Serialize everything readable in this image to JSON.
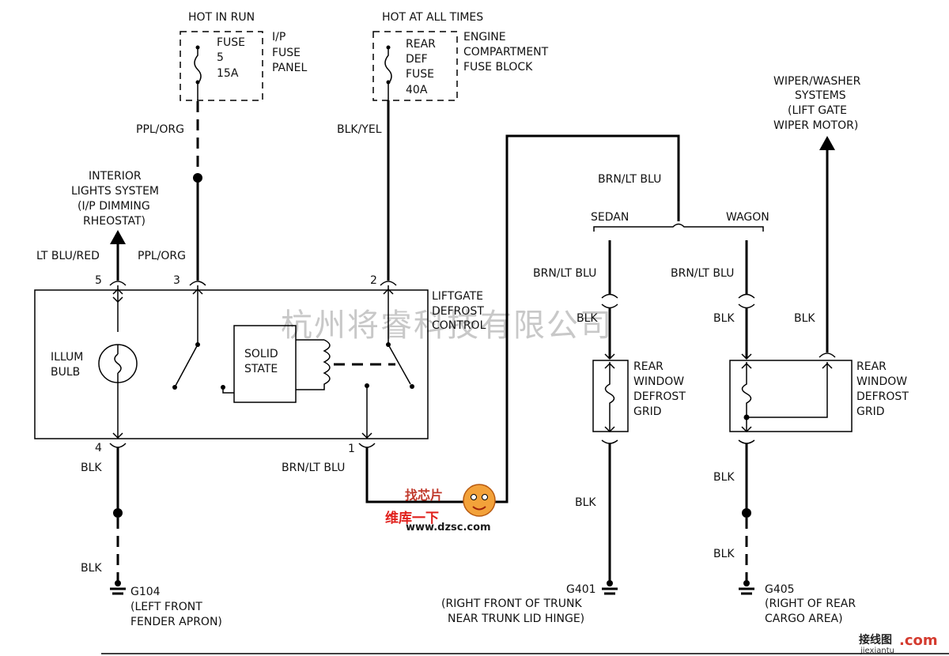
{
  "labels": {
    "hot_in_run": "HOT IN RUN",
    "hot_at_all_times": "HOT AT ALL TIMES",
    "fuse5": [
      "FUSE",
      "5",
      "15A"
    ],
    "ip_fuse_panel": [
      "I/P",
      "FUSE",
      "PANEL"
    ],
    "rear_def_fuse": [
      "REAR",
      "DEF",
      "FUSE",
      "40A"
    ],
    "engine_fuse_block": [
      "ENGINE",
      "COMPARTMENT",
      "FUSE BLOCK"
    ],
    "wiper_washer": [
      "WIPER/WASHER",
      "SYSTEMS",
      "(LIFT GATE",
      "WIPER MOTOR)"
    ],
    "interior_lights": [
      "INTERIOR",
      "LIGHTS SYSTEM",
      "(I/P DIMMING",
      "RHEOSTAT)"
    ],
    "ppl_org_1": "PPL/ORG",
    "ppl_org_2": "PPL/ORG",
    "blk_yel": "BLK/YEL",
    "lt_blu_red": "LT BLU/RED",
    "brn_lt_blu_top": "BRN/LT BLU",
    "sedan": "SEDAN",
    "wagon": "WAGON",
    "brn_lt_blu_sedan": "BRN/LT BLU",
    "brn_lt_blu_wagon": "BRN/LT BLU",
    "pin5": "5",
    "pin3": "3",
    "pin2": "2",
    "pin4": "4",
    "pin1": "1",
    "liftgate": [
      "LIFTGATE",
      "DEFROST",
      "CONTROL"
    ],
    "illum_bulb": [
      "ILLUM",
      "BULB"
    ],
    "solid_state": [
      "SOLID",
      "STATE"
    ],
    "blk_sedan_upper": "BLK",
    "blk_wagon_upper": "BLK",
    "blk_wiper": "BLK",
    "rear_grid_sedan": [
      "REAR",
      "WINDOW",
      "DEFROST",
      "GRID"
    ],
    "rear_grid_wagon": [
      "REAR",
      "WINDOW",
      "DEFROST",
      "GRID"
    ],
    "blk_pin4": "BLK",
    "brn_lt_blu_pin1": "BRN/LT BLU",
    "blk_sedan_lower": "BLK",
    "blk_wagon_lower1": "BLK",
    "blk_wagon_lower2": "BLK",
    "blk_left_lower": "BLK",
    "g104": "G104",
    "g104_loc": [
      "(LEFT FRONT",
      "FENDER APRON)"
    ],
    "g401": "G401",
    "g401_loc": [
      "(RIGHT FRONT OF TRUNK",
      "NEAR TRUNK LID HINGE)"
    ],
    "g405": "G405",
    "g405_loc": [
      "(RIGHT OF REAR",
      "CARGO AREA)"
    ]
  },
  "watermarks": {
    "company": "杭州将睿科技有限公司",
    "logo_text": "找芯片",
    "cn_text": "维库一下",
    "site": "www.dzsc.com",
    "corner_main": "接线图",
    "corner_com": ".com",
    "corner_sub": "jiexiantu"
  }
}
